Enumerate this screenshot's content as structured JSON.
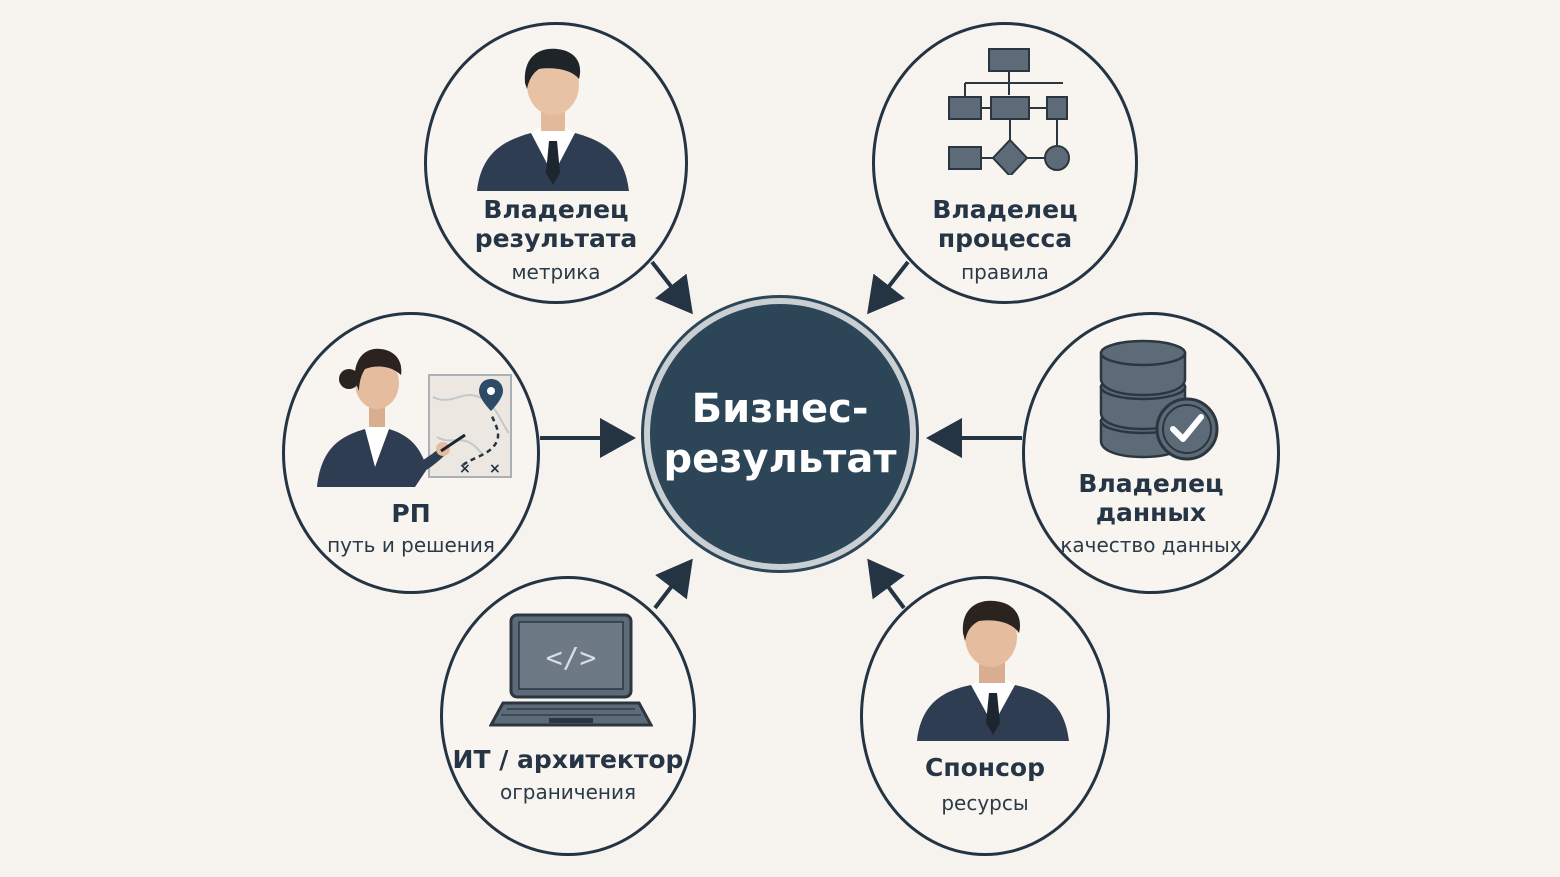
{
  "center": {
    "label": "Бизнес-\nрезультат"
  },
  "nodes": {
    "owner_result": {
      "title_line1": "Владелец",
      "title_line2": "результата",
      "subtitle": "метрика"
    },
    "owner_process": {
      "title_line1": "Владелец",
      "title_line2": "процесса",
      "subtitle": "правила"
    },
    "pm": {
      "title": "РП",
      "subtitle": "путь и решения"
    },
    "owner_data": {
      "title_line1": "Владелец",
      "title_line2": "данных",
      "subtitle": "качество данных"
    },
    "it": {
      "title": "ИТ / архитектор",
      "subtitle": "ограничения",
      "screen_glyph": "</>"
    },
    "sponsor": {
      "title": "Спонсор",
      "subtitle": "ресурсы"
    }
  },
  "colors": {
    "dark": "#243443",
    "center_fill": "#2c4557",
    "suit": "#2e3d52",
    "icon_gray": "#5d6b78",
    "background": "#f6f3ee"
  },
  "icons": [
    "businessman-icon",
    "flowchart-icon",
    "businesswoman-map-icon",
    "database-check-icon",
    "laptop-code-icon",
    "sponsor-icon"
  ]
}
